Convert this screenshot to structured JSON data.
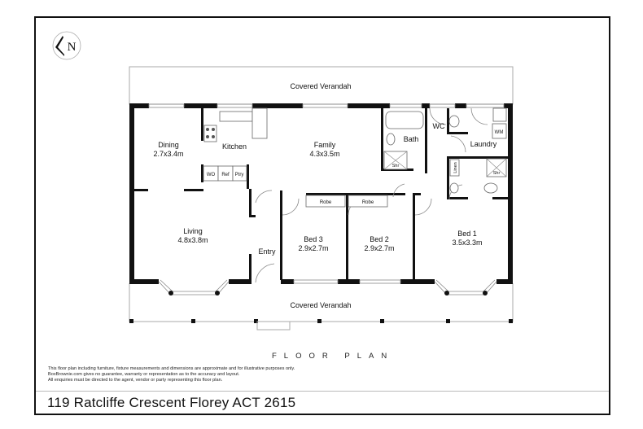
{
  "compass": {
    "label": "N"
  },
  "plan_title": "FLOOR PLAN",
  "address": "119 Ratcliffe Crescent Florey ACT 2615",
  "disclaimer": [
    "This floor plan including furniture, fixture measurements and dimensions are approximate and for illustrative purposes only.",
    "BoxBrownie.com gives no guarantee, warranty or representation as to the accuracy and layout.",
    "All enquiries must be directed to the agent, vendor or party representing this floor plan."
  ],
  "areas": {
    "verandah_top": "Covered Verandah",
    "verandah_bottom": "Covered Verandah"
  },
  "rooms": {
    "dining": {
      "name": "Dining",
      "size": "2.7x3.4m"
    },
    "kitchen": {
      "name": "Kitchen"
    },
    "family": {
      "name": "Family",
      "size": "4.3x3.5m"
    },
    "bath": {
      "name": "Bath"
    },
    "wc": {
      "name": "WC"
    },
    "laundry": {
      "name": "Laundry"
    },
    "living": {
      "name": "Living",
      "size": "4.8x3.8m"
    },
    "entry": {
      "name": "Entry"
    },
    "bed3": {
      "name": "Bed 3",
      "size": "2.9x2.7m"
    },
    "bed2": {
      "name": "Bed 2",
      "size": "2.9x2.7m"
    },
    "bed1": {
      "name": "Bed 1",
      "size": "3.5x3.3m"
    }
  },
  "fixtures": {
    "wo": "WO",
    "ref": "Ref",
    "ptry": "Ptry",
    "robe3": "Robe",
    "robe2": "Robe",
    "linen": "Linen",
    "wm": "WM",
    "shr_bath": "Shr",
    "shr_ensuite": "Shr"
  }
}
